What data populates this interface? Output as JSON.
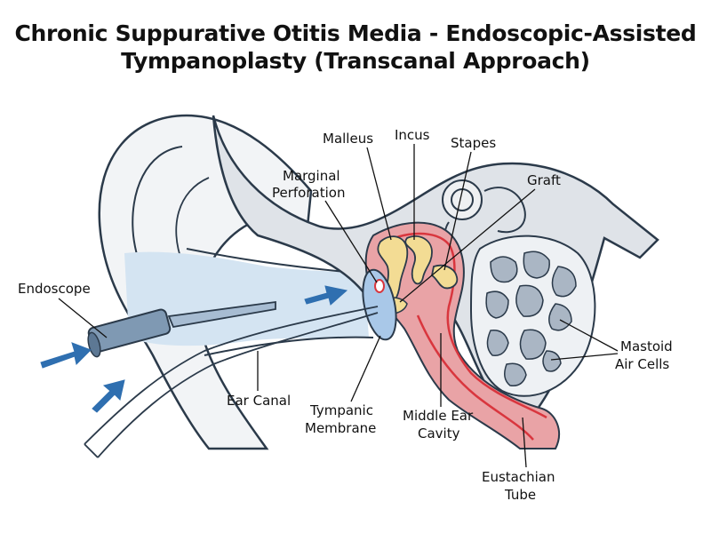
{
  "title": {
    "line1": "Chronic Suppurative Otitis Media - Endoscopic-Assisted",
    "line2": "Tympanoplasty (Transcanal Approach)"
  },
  "labels": {
    "malleus": "Malleus",
    "incus": "Incus",
    "stapes": "Stapes",
    "graft": "Graft",
    "marginal_perforation_1": "Marginal",
    "marginal_perforation_2": "Perforation",
    "endoscope": "Endoscope",
    "ear_canal": "Ear Canal",
    "tympanic_membrane_1": "Tympanic",
    "tympanic_membrane_2": "Membrane",
    "middle_ear_cavity_1": "Middle Ear",
    "middle_ear_cavity_2": "Cavity",
    "eustachian_tube_1": "Eustachian",
    "eustachian_tube_2": "Tube",
    "mastoid_air_cells_1": "Mastoid",
    "mastoid_air_cells_2": "Air Cells"
  },
  "colors": {
    "outline": "#2b3a4a",
    "skin": "#f2f4f6",
    "canal_blue": "#d4e4f2",
    "bone": "#dfe3e8",
    "cavity_red": "#e9a3a6",
    "red_line": "#d9363e",
    "ossicle": "#f3dc94",
    "membrane": "#a9c8e8",
    "arrow_blue": "#2f6fb0",
    "instrument": "#a7bcd2"
  }
}
